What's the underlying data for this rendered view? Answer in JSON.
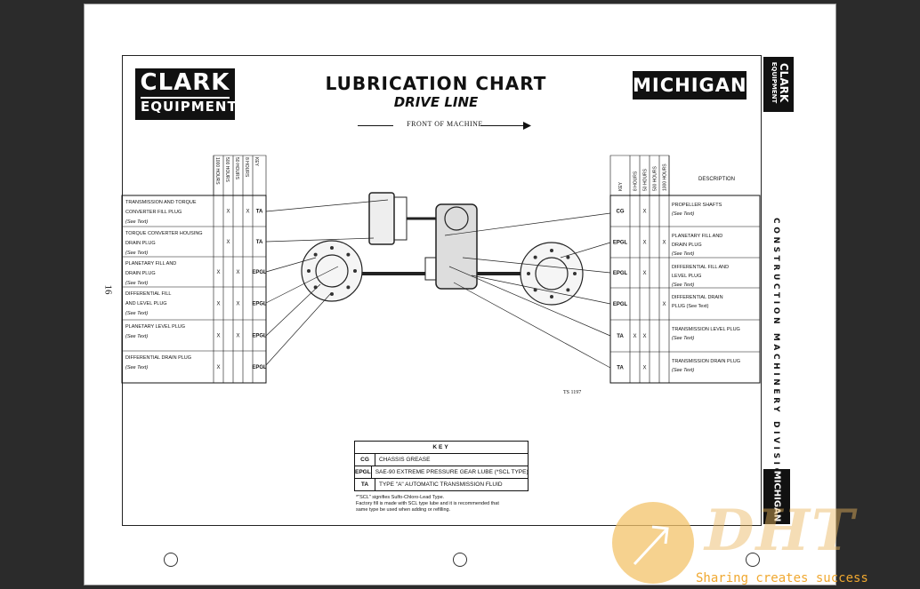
{
  "header": {
    "clark_line1": "CLARK",
    "clark_line2": "EQUIPMENT",
    "michigan": "MICHIGAN",
    "title": "LUBRICATION CHART",
    "subtitle": "DRIVE LINE",
    "front": "FRONT OF MACHINE"
  },
  "side": {
    "logo_line1": "CLARK",
    "logo_line2": "EQUIPMENT",
    "division": "CONSTRUCTION MACHINERY DIVISION",
    "michigan": "MICHIGAN",
    "page_number": "16"
  },
  "left_table": {
    "col_headers": [
      "1000 HOURS",
      "500 HOURS",
      "50 HOURS",
      "8 HOURS",
      "KEY"
    ],
    "rows": [
      {
        "line1": "TRANSMISSION AND TORQUE",
        "line2": "CONVERTER FILL PLUG",
        "line3": "(See Text)",
        "marks": [
          "",
          "X",
          "",
          "X",
          "TA"
        ]
      },
      {
        "line1": "TORQUE CONVERTER HOUSING",
        "line2": "DRAIN PLUG",
        "line3": "(See Text)",
        "marks": [
          "",
          "X",
          "",
          "",
          "TA"
        ]
      },
      {
        "line1": "PLANETARY FILL AND",
        "line2": "DRAIN PLUG",
        "line3": "(See Text)",
        "marks": [
          "X",
          "",
          "X",
          "",
          "EPGL"
        ]
      },
      {
        "line1": "DIFFERENTIAL FILL",
        "line2": "AND LEVEL PLUG",
        "line3": "(See Text)",
        "marks": [
          "X",
          "",
          "X",
          "",
          "EPGL"
        ]
      },
      {
        "line1": "PLANETARY LEVEL PLUG",
        "line2": "(See Text)",
        "line3": "",
        "marks": [
          "X",
          "",
          "X",
          "",
          "EPGL"
        ]
      },
      {
        "line1": "DIFFERENTIAL DRAIN PLUG",
        "line2": "(See Text)",
        "line3": "",
        "marks": [
          "X",
          "",
          "",
          "",
          "EPGL"
        ]
      }
    ]
  },
  "right_table": {
    "col_headers": [
      "KEY",
      "8 HOURS",
      "50 HOURS",
      "500 HOURS",
      "1000 HOURS"
    ],
    "description_header": "DESCRIPTION",
    "rows": [
      {
        "line1": "PROPELLER SHAFTS",
        "line2": "(See Text)",
        "line3": "",
        "marks": [
          "CG",
          "",
          "X",
          "",
          ""
        ]
      },
      {
        "line1": "PLANETARY FILL AND",
        "line2": "DRAIN PLUG",
        "line3": "(See Text)",
        "marks": [
          "EPGL",
          "",
          "X",
          "",
          "X"
        ]
      },
      {
        "line1": "DIFFERENTIAL FILL AND",
        "line2": "LEVEL PLUG",
        "line3": "(See Text)",
        "marks": [
          "EPGL",
          "",
          "X",
          "",
          ""
        ]
      },
      {
        "line1": "DIFFERENTIAL DRAIN",
        "line2": "PLUG (See Text)",
        "line3": "",
        "marks": [
          "EPGL",
          "",
          "",
          "",
          "X"
        ]
      },
      {
        "line1": "TRANSMISSION LEVEL PLUG",
        "line2": "(See Text)",
        "line3": "",
        "marks": [
          "TA",
          "X",
          "X",
          "",
          ""
        ]
      },
      {
        "line1": "TRANSMISSION DRAIN PLUG",
        "line2": "(See Text)",
        "line3": "",
        "marks": [
          "TA",
          "",
          "X",
          "",
          ""
        ]
      }
    ]
  },
  "ts_number": "TS 1197",
  "key_table": {
    "title": "KEY",
    "entries": [
      {
        "code": "CG",
        "desc": "CHASSIS GREASE"
      },
      {
        "code": "EPGL",
        "desc": "SAE-90 EXTREME PRESSURE GEAR LUBE (*SCL TYPE)"
      },
      {
        "code": "TA",
        "desc": "TYPE \"A\" AUTOMATIC TRANSMISSION FLUID"
      }
    ]
  },
  "footnote": {
    "line1": "*\"SCL\" signifies Sulfo-Chloro-Lead Type.",
    "line2": "Factory fill is made with SCL type lube and it is recommended that",
    "line3": "same type be used when adding or refilling."
  },
  "watermark": {
    "logo": "DHT",
    "tagline": "Sharing creates success"
  }
}
